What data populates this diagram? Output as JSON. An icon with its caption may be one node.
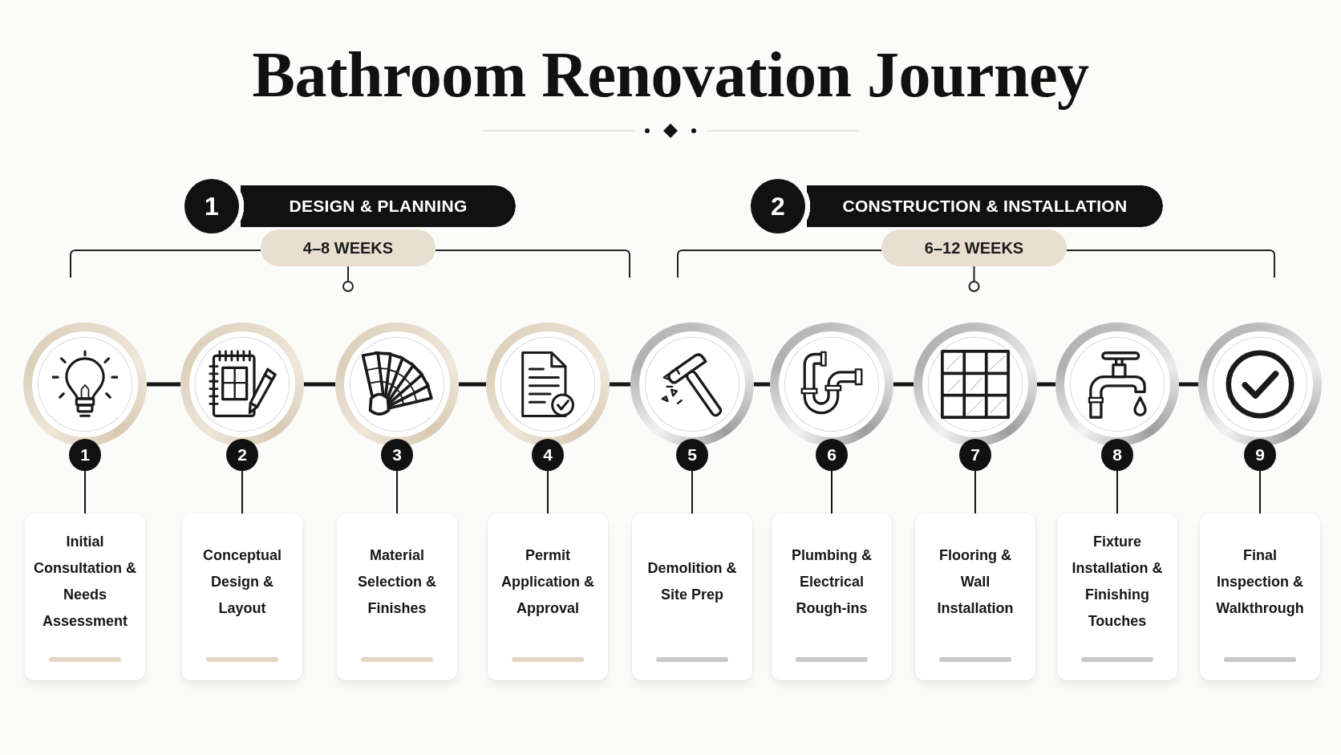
{
  "diagram": {
    "title": "Bathroom Renovation Journey",
    "nodes": [
      {
        "text": [
          "1"
        ]
      },
      {
        "text": [
          "DESIGN & PLANNING"
        ]
      },
      {
        "text": [
          "4–8 WEEKS"
        ]
      },
      {
        "text": [
          "2"
        ]
      },
      {
        "text": [
          "CONSTRUCTION & INSTALLATION"
        ]
      },
      {
        "text": [
          "6–12 WEEKS"
        ]
      },
      {
        "text": [],
        "shape": "circle"
      },
      {
        "text": [
          "1"
        ]
      },
      {
        "text": [
          "Initial Consultation & Needs Assessment"
        ]
      },
      {
        "text": [],
        "shape": "circle"
      },
      {
        "text": [
          "2"
        ]
      },
      {
        "text": [
          "Conceptual Design & Layout"
        ]
      },
      {
        "text": [],
        "shape": "circle"
      },
      {
        "text": [
          "3"
        ]
      },
      {
        "text": [
          "Material Selection & Finishes"
        ]
      },
      {
        "text": [],
        "shape": "circle"
      },
      {
        "text": [
          "4"
        ]
      },
      {
        "text": [
          "Permit Application & Approval"
        ]
      },
      {
        "text": [],
        "shape": "circle"
      },
      {
        "text": [
          "5"
        ]
      },
      {
        "text": [
          "Demolition & Site Prep"
        ]
      },
      {
        "text": [],
        "shape": "circle"
      },
      {
        "text": [
          "6"
        ]
      },
      {
        "text": [
          "Plumbing & Electrical Rough-ins"
        ]
      },
      {
        "text": [],
        "shape": "circle"
      },
      {
        "text": [
          "7"
        ]
      },
      {
        "text": [
          "Flooring & Wall Installation"
        ]
      },
      {
        "text": [],
        "shape": "circle"
      },
      {
        "text": [
          "8"
        ]
      },
      {
        "text": [
          "Fixture Installation & Finishing Touches"
        ]
      },
      {
        "text": [],
        "shape": "circle"
      },
      {
        "text": [
          "9"
        ]
      },
      {
        "text": [
          "Final Inspection & Walkthrough"
        ]
      }
    ],
    "edges": [
      {
        "from": 6,
        "to": 9,
        "arrow": "none",
        "style": "thick"
      },
      {
        "from": 9,
        "to": 12,
        "arrow": "none",
        "style": "thick"
      },
      {
        "from": 12,
        "to": 15,
        "arrow": "none",
        "style": "thick"
      },
      {
        "from": 15,
        "to": 18,
        "arrow": "none",
        "style": "thick"
      },
      {
        "from": 18,
        "to": 21,
        "arrow": "none",
        "style": "thick"
      },
      {
        "from": 21,
        "to": 24,
        "arrow": "none",
        "style": "thick"
      },
      {
        "from": 24,
        "to": 27,
        "arrow": "none",
        "style": "thick"
      },
      {
        "from": 27,
        "to": 30,
        "arrow": "none",
        "style": "thick"
      },
      {
        "from": 7,
        "to": 8,
        "arrow": "none"
      },
      {
        "from": 10,
        "to": 11,
        "arrow": "none"
      },
      {
        "from": 13,
        "to": 14,
        "arrow": "none"
      },
      {
        "from": 16,
        "to": 17,
        "arrow": "none"
      },
      {
        "from": 19,
        "to": 20,
        "arrow": "none"
      },
      {
        "from": 22,
        "to": 23,
        "arrow": "none"
      },
      {
        "from": 25,
        "to": 26,
        "arrow": "none"
      },
      {
        "from": 28,
        "to": 29,
        "arrow": "none"
      },
      {
        "from": 31,
        "to": 32,
        "arrow": "none"
      }
    ]
  }
}
